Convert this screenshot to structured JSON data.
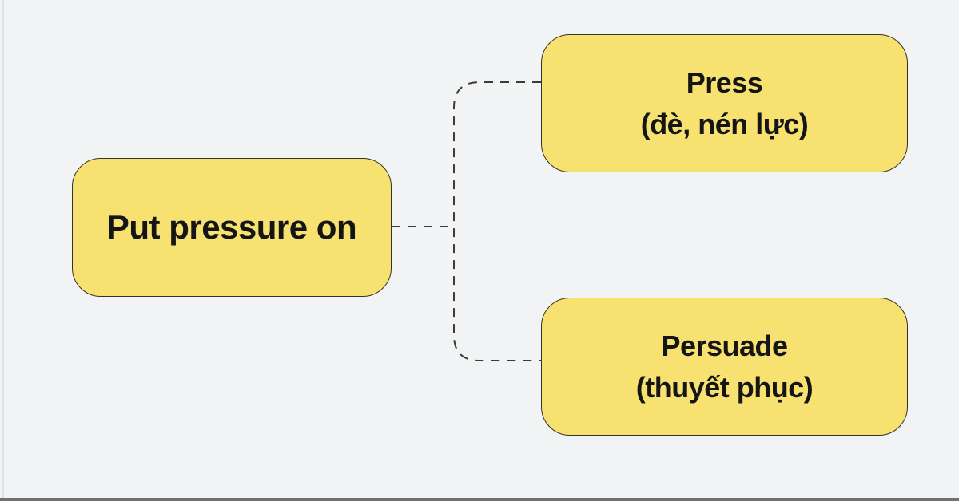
{
  "page": {
    "background": "#f2f3f5",
    "bottom_bar_color": "#6f7073"
  },
  "style": {
    "node_fill": "#f7e170",
    "node_border": "#35322b",
    "connector_color": "#3c3a36",
    "text_color": "#151515"
  },
  "diagram": {
    "root": {
      "label": "Put pressure on"
    },
    "branches": [
      {
        "title": "Press",
        "subtitle": "(đè, nén lực)"
      },
      {
        "title": "Persuade",
        "subtitle": "(thuyết phục)"
      }
    ]
  }
}
